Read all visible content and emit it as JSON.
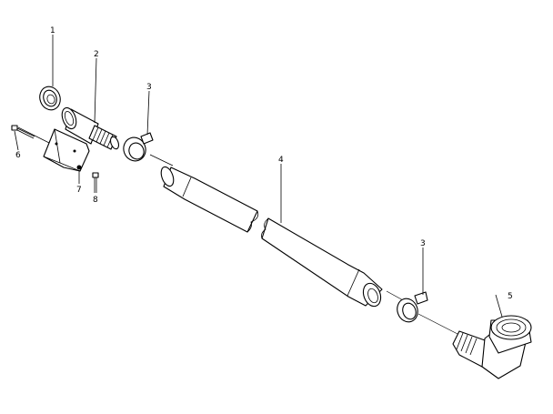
{
  "callouts": {
    "c1": "1",
    "c2": "2",
    "c3a": "3",
    "c4": "4",
    "c3b": "3",
    "c5": "5",
    "c6": "6",
    "c7": "7",
    "c8": "8"
  },
  "colors": {
    "line": "#000000",
    "background": "#ffffff"
  }
}
